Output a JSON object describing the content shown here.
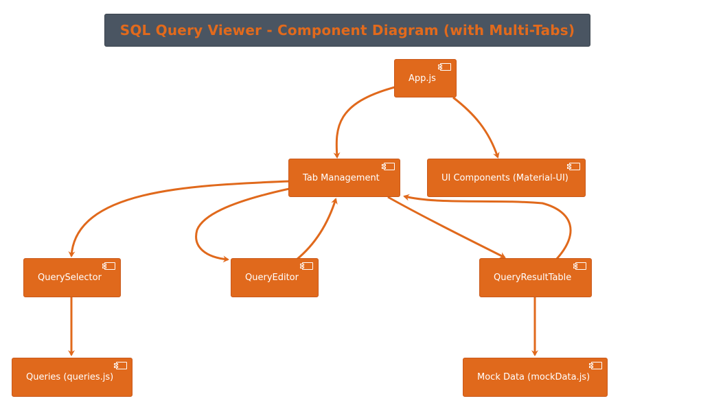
{
  "title": "SQL Query Viewer - Component Diagram (with Multi-Tabs)",
  "nodes": {
    "app": "App.js",
    "tab_management": "Tab Management",
    "ui_components": "UI Components (Material-UI)",
    "query_selector": "QuerySelector",
    "query_editor": "QueryEditor",
    "query_result_table": "QueryResultTable",
    "queries": "Queries (queries.js)",
    "mock_data": "Mock Data (mockData.js)"
  },
  "edges": [
    {
      "from": "app",
      "to": "tab_management"
    },
    {
      "from": "app",
      "to": "ui_components"
    },
    {
      "from": "tab_management",
      "to": "query_selector"
    },
    {
      "from": "tab_management",
      "to": "query_editor"
    },
    {
      "from": "query_editor",
      "to": "tab_management"
    },
    {
      "from": "tab_management",
      "to": "query_result_table"
    },
    {
      "from": "query_result_table",
      "to": "tab_management"
    },
    {
      "from": "query_selector",
      "to": "queries"
    },
    {
      "from": "query_result_table",
      "to": "mock_data"
    }
  ],
  "colors": {
    "node_fill": "#e0691c",
    "edge": "#e0691c",
    "title_background": "#4a5562",
    "title_text": "#e26a1c"
  }
}
